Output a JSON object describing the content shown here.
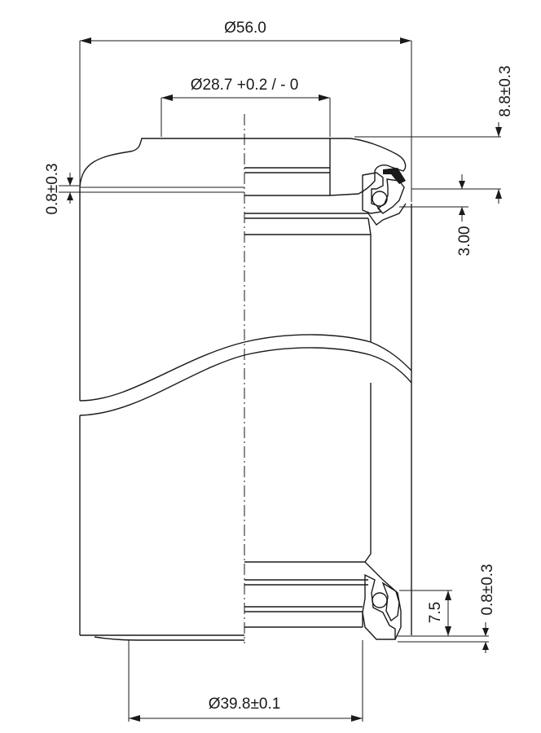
{
  "dimensions": {
    "outer_diameter": "Ø56.0",
    "inner_diameter": "Ø28.7 +0.2 / - 0",
    "bottom_diameter": "Ø39.8±0.1",
    "top_height": "8.8±0.3",
    "top_offset": "0.8±0.3",
    "bearing_offset": "3.00",
    "bottom_height": "7.5",
    "bottom_offset": "0.8±0.3"
  },
  "colors": {
    "line": "#1a1a1a",
    "background": "#ffffff"
  }
}
